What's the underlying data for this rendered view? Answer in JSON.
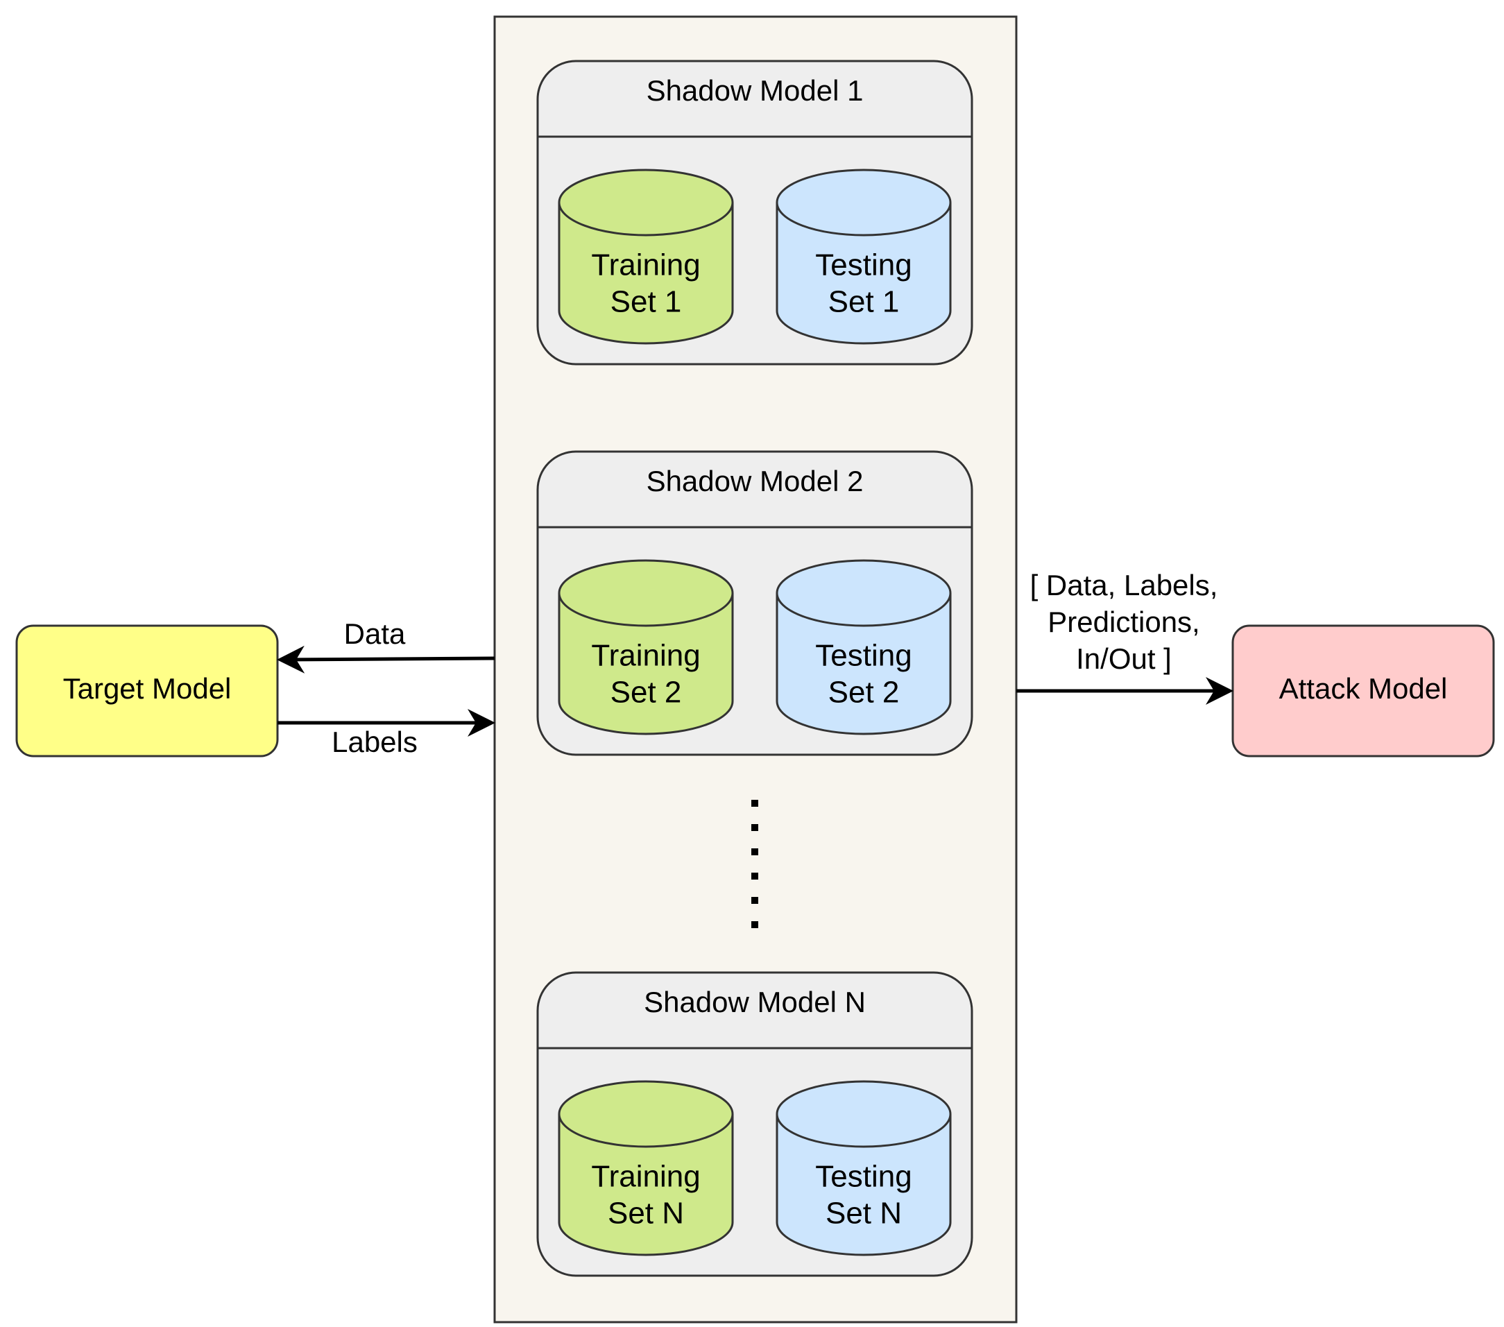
{
  "colors": {
    "stroke": "#333333",
    "outer_bg": "#f8f5ee",
    "shadow_bg": "#eeeeee",
    "training": "#cfe98b",
    "testing": "#cce5fd",
    "target": "#ffff88",
    "attack": "#ffcccc"
  },
  "target_model": "Target Model",
  "attack_model": "Attack Model",
  "edge_labels": {
    "data": "Data",
    "labels": "Labels",
    "attack_input": [
      "[ Data, Labels,",
      "Predictions,",
      "In/Out ]"
    ]
  },
  "shadow_models": [
    {
      "title": "Shadow Model 1",
      "training": [
        "Training",
        "Set 1"
      ],
      "testing": [
        "Testing",
        "Set 1"
      ]
    },
    {
      "title": "Shadow Model 2",
      "training": [
        "Training",
        "Set 2"
      ],
      "testing": [
        "Testing",
        "Set 2"
      ]
    },
    {
      "title": "Shadow Model N",
      "training": [
        "Training",
        "Set N"
      ],
      "testing": [
        "Testing",
        "Set N"
      ]
    }
  ]
}
